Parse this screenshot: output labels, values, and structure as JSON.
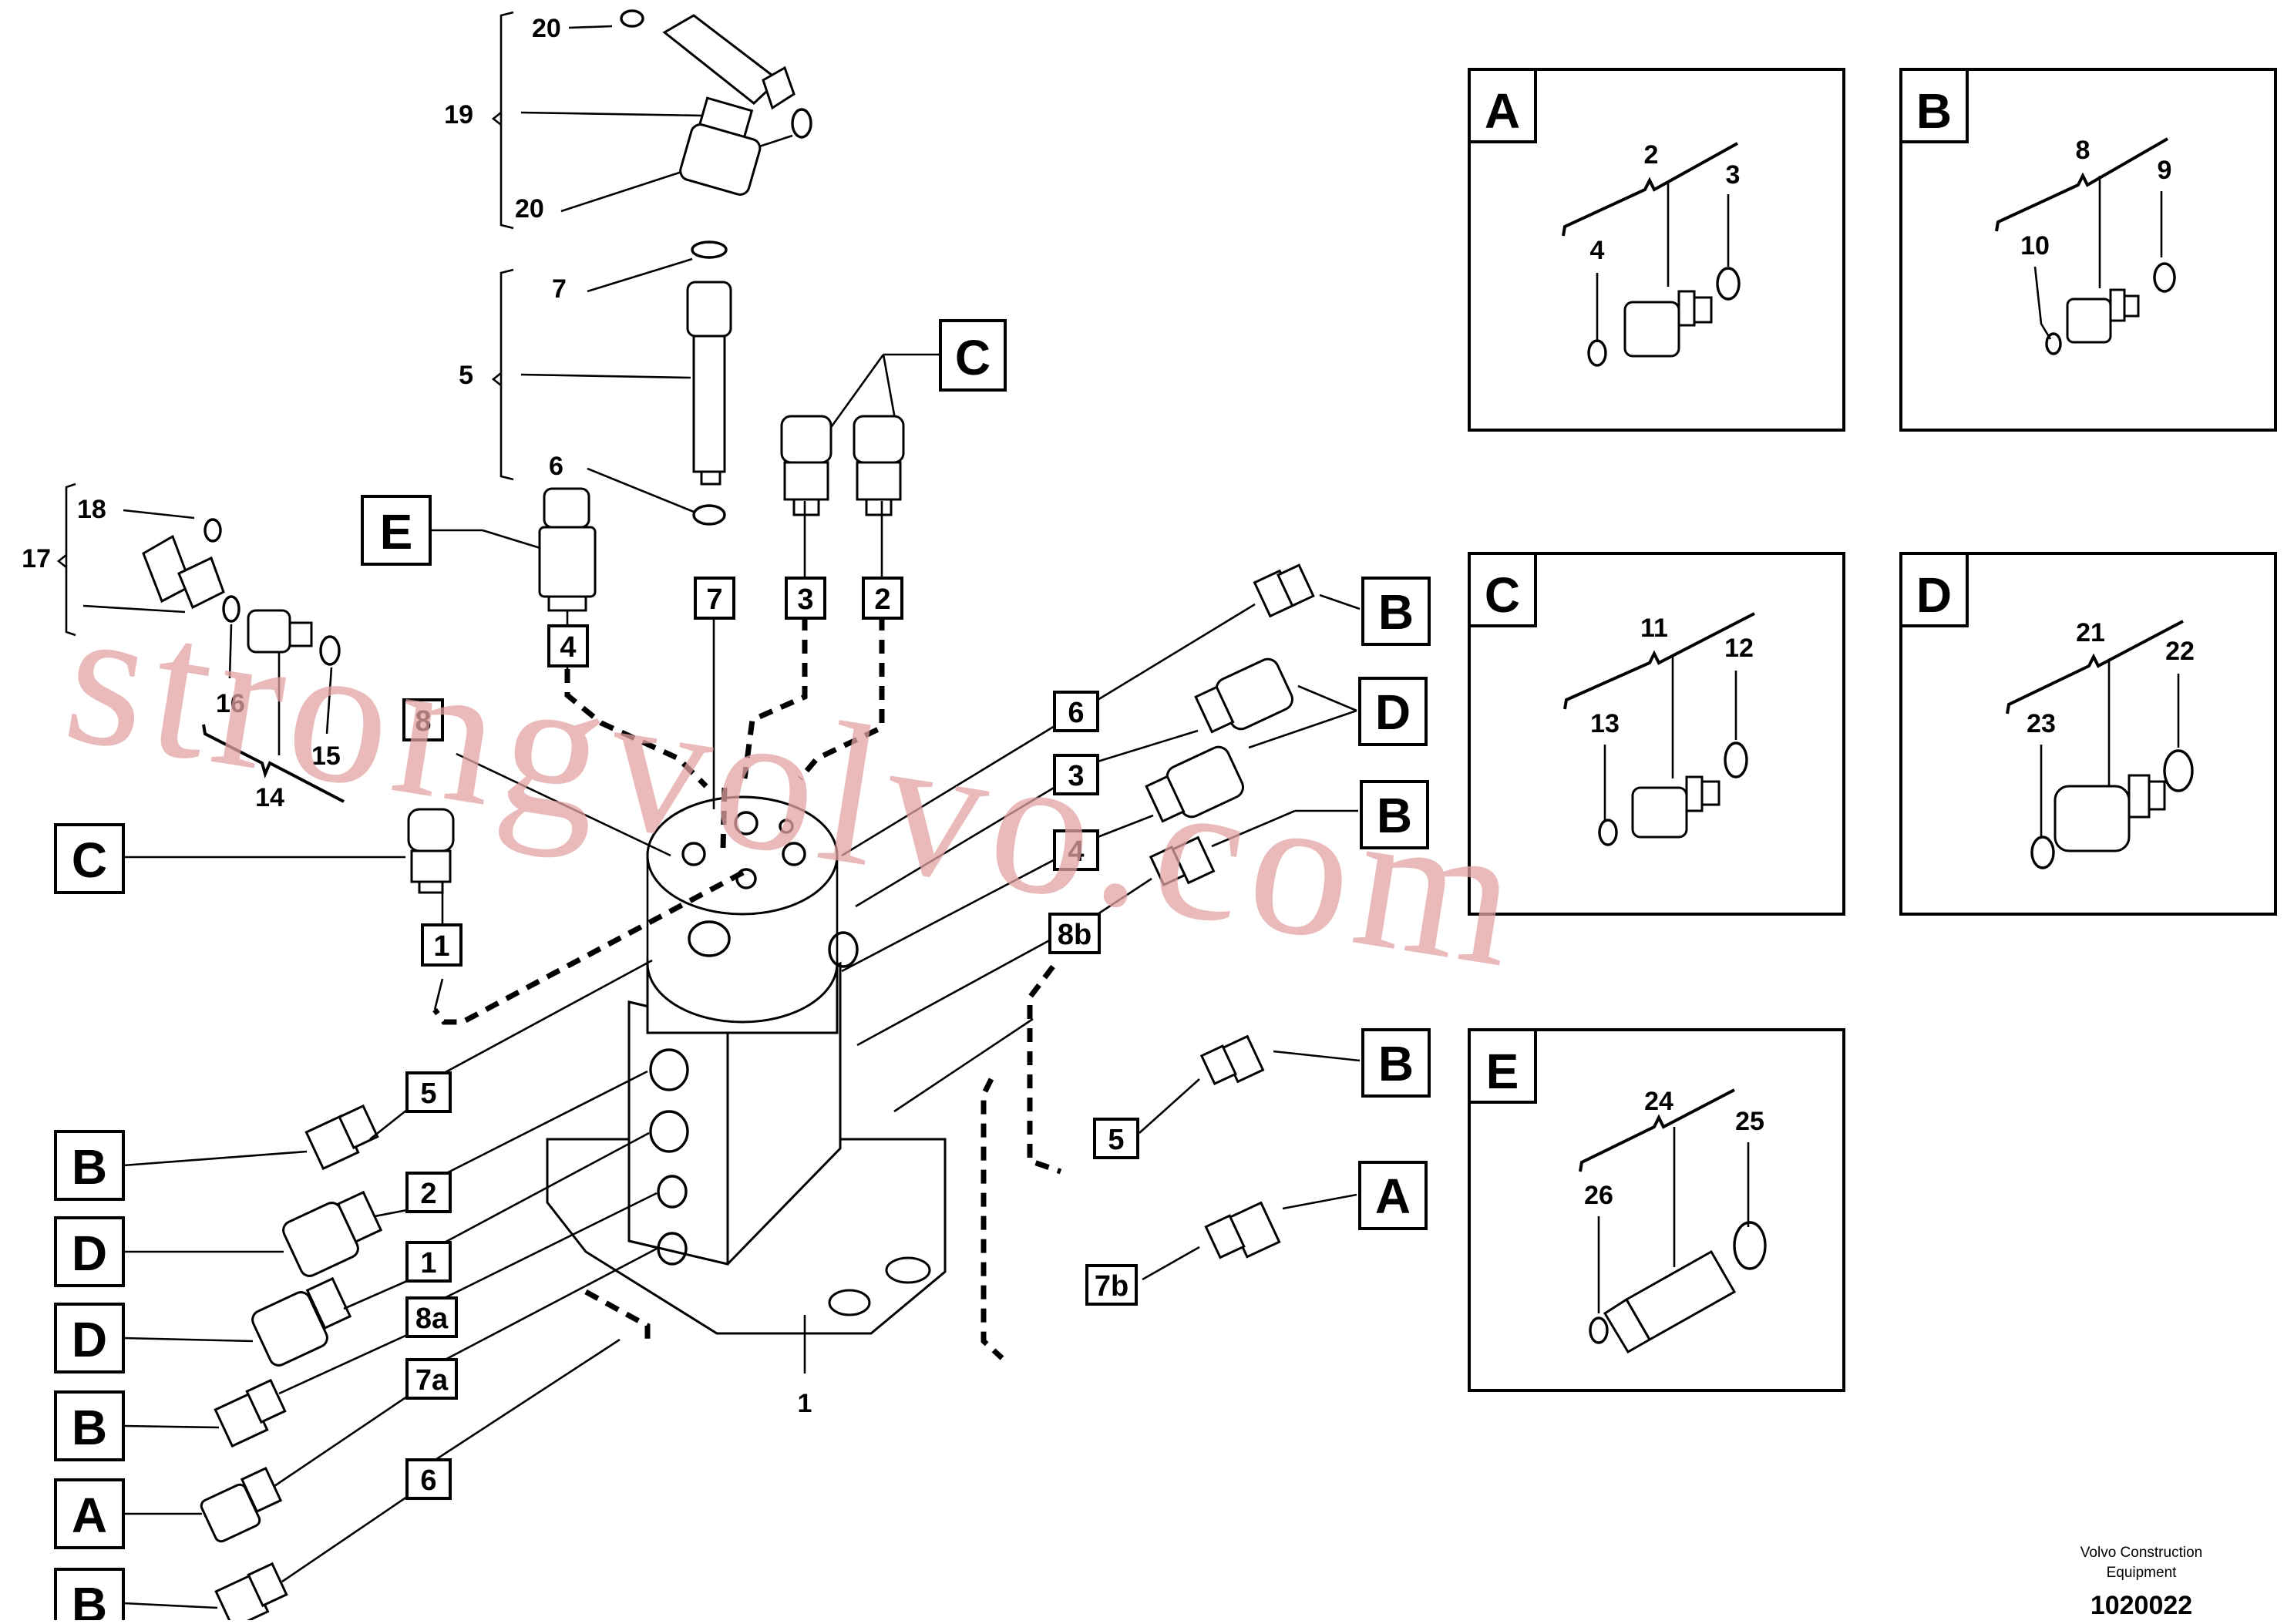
{
  "callouts": {
    "n20a": "20",
    "n19": "19",
    "n20b": "20",
    "n7": "7",
    "n5": "5",
    "n6": "6",
    "n18": "18",
    "n17": "17",
    "n16": "16",
    "n15": "15",
    "n14": "14",
    "n1": "1",
    "inA2": "2",
    "inA3": "3",
    "inA4": "4",
    "inB8": "8",
    "inB9": "9",
    "inB10": "10",
    "inC11": "11",
    "inC12": "12",
    "inC13": "13",
    "inD21": "21",
    "inD22": "22",
    "inD23": "23",
    "inE24": "24",
    "inE25": "25",
    "inE26": "26"
  },
  "boxes": {
    "E": "E",
    "C_top": "C",
    "C_left": "C",
    "B1": "B",
    "D1": "D",
    "B2": "B",
    "B3": "B",
    "A1": "A",
    "B4": "B",
    "D2": "D",
    "D3": "D",
    "B5": "B",
    "A2": "A",
    "B6": "B"
  },
  "small_boxes": {
    "s4": "4",
    "s7": "7",
    "s3": "3",
    "s2": "2",
    "s8": "8",
    "s1": "1",
    "s6r": "6",
    "s3r": "3",
    "s4r": "4",
    "s8b": "8b",
    "s5r": "5",
    "s7b": "7b",
    "s5l": "5",
    "s2l": "2",
    "s1l": "1",
    "s8a": "8a",
    "s7a": "7a",
    "s6l": "6"
  },
  "insets": {
    "A": "A",
    "B": "B",
    "C": "C",
    "D": "D",
    "E": "E"
  },
  "footer": {
    "company_line1": "Volvo Construction",
    "company_line2": "Equipment",
    "drawing_number": "1020022"
  },
  "watermark": "strongvolvo.com"
}
